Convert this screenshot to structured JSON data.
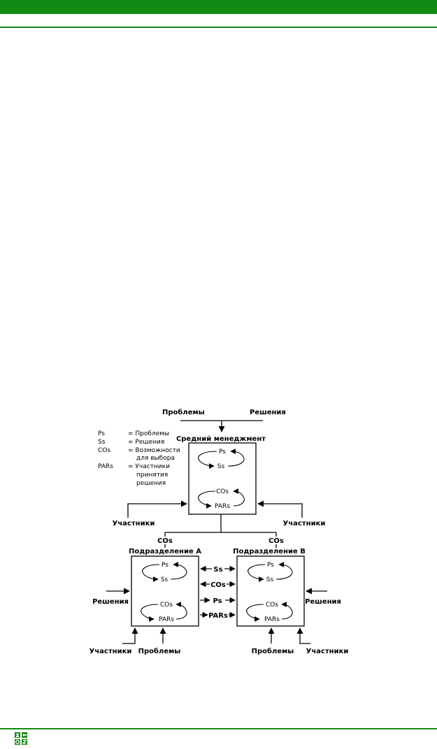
{
  "header": {
    "bar_color": "#138a13"
  },
  "diagram": {
    "top_inputs": {
      "problems": "Проблемы",
      "solutions": "Решения"
    },
    "middle_mgmt": {
      "title": "Средний менеджмент",
      "cycle1": {
        "a": "Ps",
        "b": "Ss"
      },
      "cycle2": {
        "a": "COs",
        "b": "PARs"
      }
    },
    "legend": [
      {
        "abbr": "Ps",
        "def": "= Проблемы"
      },
      {
        "abbr": "Ss",
        "def": "= Решения"
      },
      {
        "abbr": "COs",
        "def": "= Возможности",
        "cont": [
          "для выбора"
        ]
      },
      {
        "abbr": "PARs",
        "def": "= Участники",
        "cont": [
          "принятия",
          "решения"
        ]
      }
    ],
    "participants_left": "Участники",
    "participants_right": "Участники",
    "cos_left": "COs",
    "cos_right": "COs",
    "div_a": {
      "title": "Подразделение А",
      "cycle1": {
        "a": "Ps",
        "b": "Ss"
      },
      "cycle2": {
        "a": "COs",
        "b": "PARs"
      }
    },
    "div_b": {
      "title": "Подразделение В",
      "cycle1": {
        "a": "Ps",
        "b": "Ss"
      },
      "cycle2": {
        "a": "COs",
        "b": "PARs"
      }
    },
    "exchange": [
      "Ss",
      "COs",
      "Ps",
      "PARs"
    ],
    "solutions_left": "Решения",
    "solutions_right": "Решения",
    "bottom_a": {
      "participants": "Участники",
      "problems": "Проблемы"
    },
    "bottom_b": {
      "problems": "Проблемы",
      "participants": "Участники"
    }
  }
}
